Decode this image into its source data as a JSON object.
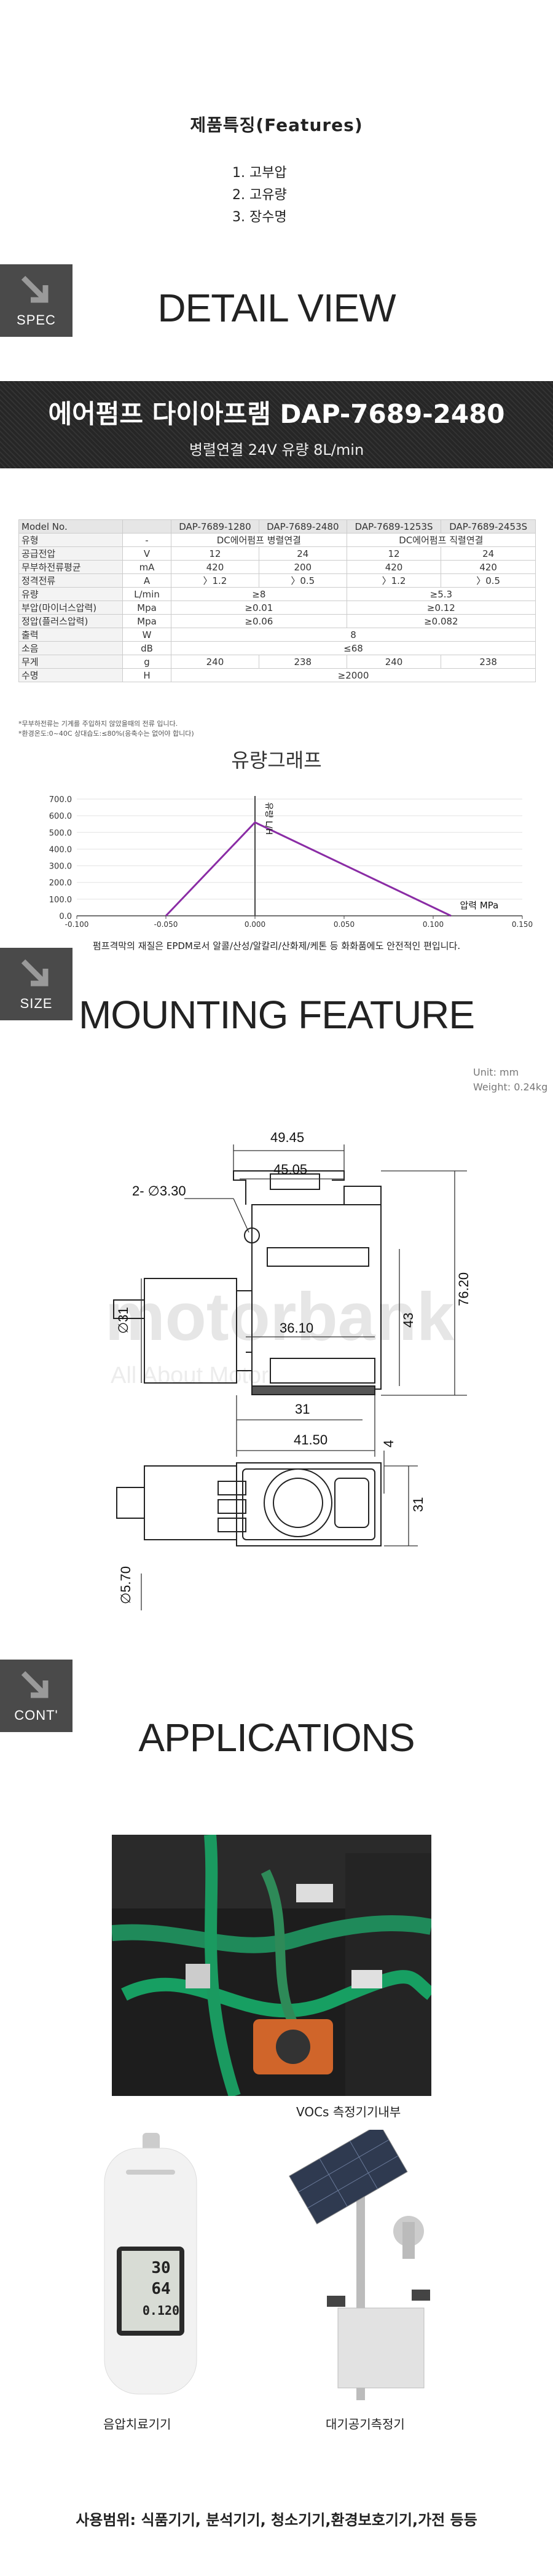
{
  "features": {
    "title": "제품특징(Features)",
    "items": [
      "1. 고부압",
      "2. 고유량",
      "3. 장수명"
    ]
  },
  "sections": {
    "spec": {
      "badge": "SPEC",
      "title": "DETAIL VIEW"
    },
    "size": {
      "badge": "SIZE",
      "title": "MOUNTING FEATURE"
    },
    "cont": {
      "badge": "CONT'",
      "title": "APPLICATIONS"
    }
  },
  "banner": {
    "title": "에어펌프 다이아프램 DAP-7689-2480",
    "subtitle": "병렬연결 24V 유량 8L/min"
  },
  "spec_table": {
    "header": [
      "Model No.",
      "",
      "DAP-7689-1280",
      "DAP-7689-2480",
      "DAP-7689-1253S",
      "DAP-7689-2453S"
    ],
    "type_row": [
      "유형",
      "-",
      "DC에어펌프 병렬연결",
      "DC에어펌프 직렬연결"
    ],
    "rows": [
      [
        "공급전압",
        "V",
        "12",
        "24",
        "12",
        "24"
      ],
      [
        "무부하전류평균",
        "mA",
        "420",
        "200",
        "420",
        "420"
      ],
      [
        "정격전류",
        "A",
        "〉1.2",
        "〉0.5",
        "〉1.2",
        "〉0.5"
      ]
    ],
    "merged_rows": [
      [
        "유량",
        "L/min",
        "≥8",
        "≥5.3"
      ],
      [
        "부압(마이너스압력)",
        "Mpa",
        "≥0.01",
        "≥0.12"
      ],
      [
        "정압(플러스압력)",
        "Mpa",
        "≥0.06",
        "≥0.082"
      ]
    ],
    "single_rows": [
      [
        "출력",
        "W",
        "8"
      ],
      [
        "소음",
        "dB",
        "≤68"
      ]
    ],
    "weight_row": [
      "무게",
      "g",
      "240",
      "238",
      "240",
      "238"
    ],
    "life_row": [
      "수명",
      "H",
      "≥2000"
    ]
  },
  "notes": [
    "*무부하전류는 기계를 주입하지 않았을때의 전류 입니다.",
    "*환경온도:0~40C    상대습도:≤80%(응축수는 없어야 합니다)"
  ],
  "graph": {
    "title": "유량그래프",
    "caption": "펌프격막의 재질은 EPDM로서 알콜/산성/알칼리/산화제/케톤 등 화화품에도 안전적인 편입니다."
  },
  "chart_data": {
    "type": "line",
    "title": "유량그래프",
    "xlabel": "압력 MPa",
    "ylabel": "유량 L/H",
    "x_ticks": [
      "-0.100",
      "-0.050",
      "0.000",
      "0.050",
      "0.100",
      "0.150"
    ],
    "y_ticks": [
      "0.0",
      "100.0",
      "200.0",
      "300.0",
      "400.0",
      "500.0",
      "600.0",
      "700.0"
    ],
    "xlim": [
      -0.1,
      0.15
    ],
    "ylim": [
      0,
      700
    ],
    "series": [
      {
        "x": [
          -0.05,
          0.0,
          0.11
        ],
        "values": [
          0,
          560,
          0
        ]
      }
    ],
    "grid": true,
    "colors": {
      "line": "#8a2ca5"
    }
  },
  "mounting": {
    "unit": "Unit: mm",
    "weight": "Weight: 0.24kg",
    "dims": {
      "d1": "49.45",
      "d2": "45.05",
      "d3": "2- ∅3.30",
      "d4": "∅31",
      "d5": "43",
      "d6": "76.20",
      "d7": "36.10",
      "d8": "31",
      "d9": "41.50",
      "d10": "4",
      "d11": "31",
      "d12": "∅5.70"
    }
  },
  "watermark": {
    "brand": "motorbank",
    "tagline": "All About Motor"
  },
  "applications": {
    "photo1_caption": "VOCs 측정기기내부",
    "photo2_caption": "음압치료기기",
    "photo3_caption": "대기공기측정기",
    "device_readout": [
      "30",
      "64",
      "0.120"
    ],
    "usage": "사용범위: 식품기기, 분석기기, 청소기기,환경보호기기,가전 등등"
  }
}
